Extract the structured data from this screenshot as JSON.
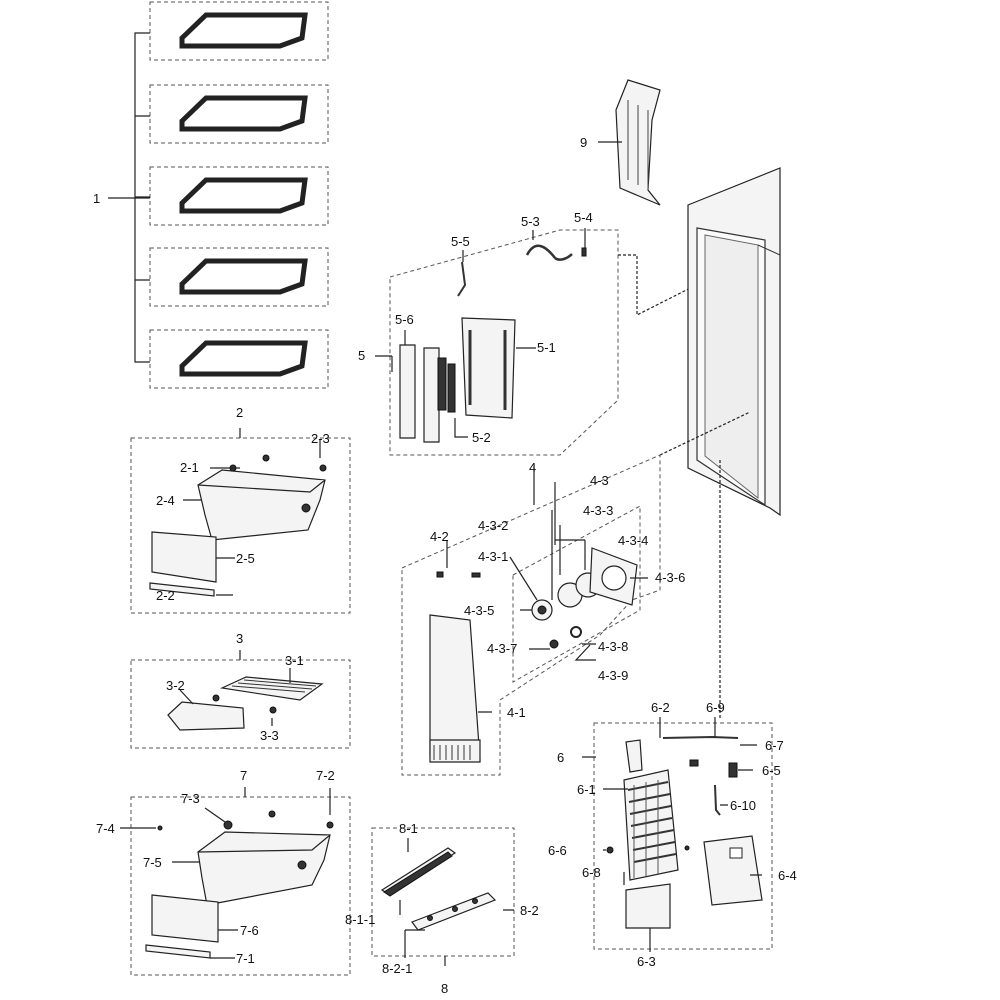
{
  "labels": {
    "l1": "1",
    "l2": "2",
    "l2_1": "2-1",
    "l2_2": "2-2",
    "l2_3": "2-3",
    "l2_4": "2-4",
    "l2_5": "2-5",
    "l3": "3",
    "l3_1": "3-1",
    "l3_2": "3-2",
    "l3_3": "3-3",
    "l4": "4",
    "l4_1": "4-1",
    "l4_2": "4-2",
    "l4_3": "4-3",
    "l4_3_1": "4-3-1",
    "l4_3_2": "4-3-2",
    "l4_3_3": "4-3-3",
    "l4_3_4": "4-3-4",
    "l4_3_5": "4-3-5",
    "l4_3_6": "4-3-6",
    "l4_3_7": "4-3-7",
    "l4_3_8": "4-3-8",
    "l4_3_9": "4-3-9",
    "l5": "5",
    "l5_1": "5-1",
    "l5_2": "5-2",
    "l5_3": "5-3",
    "l5_4": "5-4",
    "l5_5": "5-5",
    "l5_6": "5-6",
    "l6": "6",
    "l6_1": "6-1",
    "l6_2": "6-2",
    "l6_3": "6-3",
    "l6_4": "6-4",
    "l6_5": "6-5",
    "l6_6": "6-6",
    "l6_7": "6-7",
    "l6_8": "6-8",
    "l6_9": "6-9",
    "l6_10": "6-10",
    "l7": "7",
    "l7_1": "7-1",
    "l7_2": "7-2",
    "l7_3": "7-3",
    "l7_4": "7-4",
    "l7_5": "7-5",
    "l7_6": "7-6",
    "l8": "8",
    "l8_1": "8-1",
    "l8_1_1": "8-1-1",
    "l8_2": "8-2",
    "l8_2_1": "8-2-1",
    "l9": "9"
  }
}
